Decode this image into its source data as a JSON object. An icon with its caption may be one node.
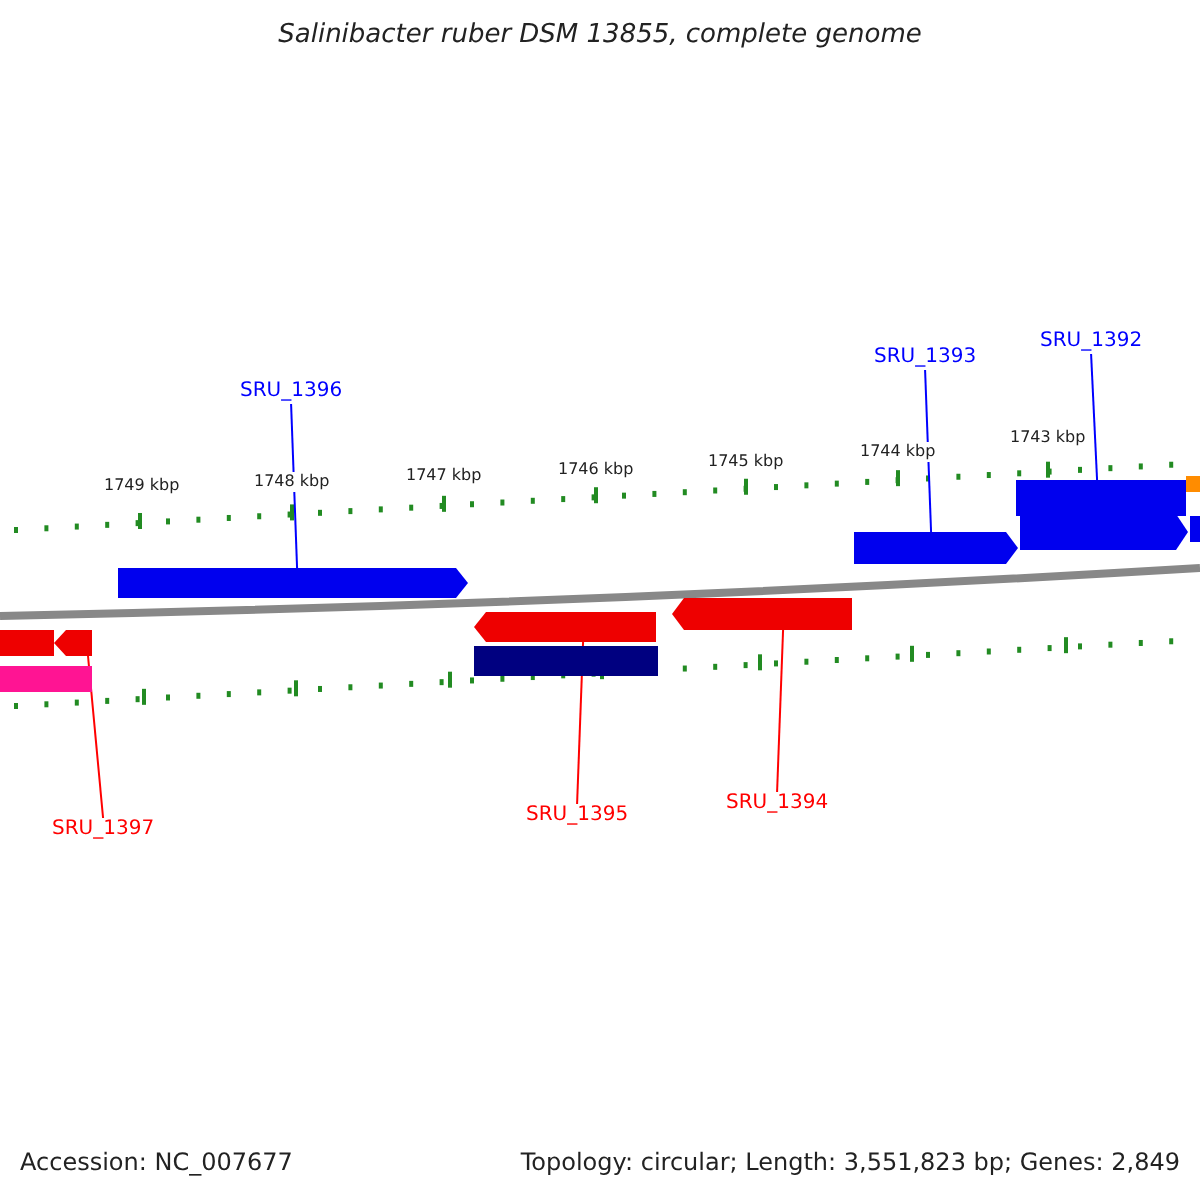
{
  "diagram": {
    "title": "Salinibacter ruber DSM 13855, complete genome",
    "nodes": [
      {
        "text": [
          "SRU_1396"
        ]
      },
      {
        "text": [
          "SRU_1393"
        ]
      },
      {
        "text": [
          "SRU_1392"
        ]
      },
      {
        "text": [
          "SRU_1397"
        ]
      },
      {
        "text": [
          "SRU_1395"
        ]
      },
      {
        "text": [
          "SRU_1394"
        ]
      },
      {
        "text": [],
        "shape": "arrow"
      },
      {
        "text": [],
        "shape": "arrow"
      },
      {
        "text": [],
        "shape": "bar"
      },
      {
        "text": [],
        "shape": "arrow"
      },
      {
        "text": [],
        "shape": "bar"
      },
      {
        "text": [],
        "shape": "bar"
      },
      {
        "text": [],
        "shape": "bar"
      },
      {
        "text": [],
        "shape": "arrow"
      },
      {
        "text": [],
        "shape": "bar"
      },
      {
        "text": [],
        "shape": "arrow"
      },
      {
        "text": [],
        "shape": "bar"
      },
      {
        "text": [],
        "shape": "arrow"
      }
    ],
    "edges": [
      {
        "from": 0,
        "to": 6,
        "arrow": "none",
        "color": "#0000ff"
      },
      {
        "from": 1,
        "to": 7,
        "arrow": "none",
        "color": "#0000ff"
      },
      {
        "from": 2,
        "to": 8,
        "arrow": "none",
        "color": "#0000ff"
      },
      {
        "from": 3,
        "to": 13,
        "arrow": "none",
        "color": "#ff0000"
      },
      {
        "from": 4,
        "to": 15,
        "arrow": "none",
        "color": "#ff0000"
      },
      {
        "from": 5,
        "to": 17,
        "arrow": "none",
        "color": "#ff0000"
      }
    ],
    "labels": [
      "1749 kbp",
      "1748 kbp",
      "1747 kbp",
      "1746 kbp",
      "1745 kbp",
      "1744 kbp",
      "1743 kbp",
      "Accession: NC_007677",
      "Topology: circular; Length: 3,551,823 bp; Genes: 2,849"
    ]
  }
}
